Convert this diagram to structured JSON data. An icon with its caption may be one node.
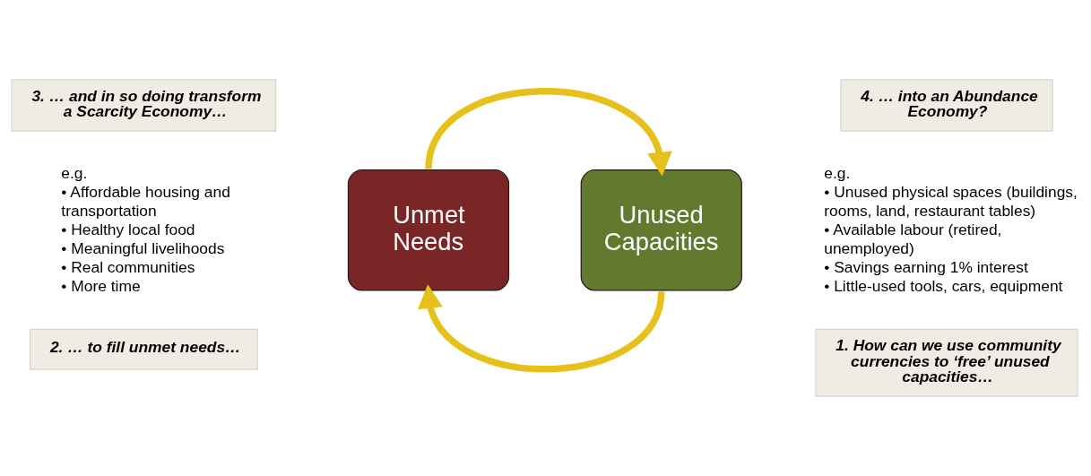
{
  "diagram": {
    "nodes": [
      {
        "text": [
          "3. … and in so doing transform a Scarcity Economy…"
        ]
      },
      {
        "text": [
          "4. … into an Abundance Economy?"
        ]
      },
      {
        "text": [
          "Unmet Needs"
        ],
        "beside": [
          "e.g.",
          "• Affordable housing and transportation",
          "• Healthy local food",
          "• Meaningful livelihoods",
          "• Real communities",
          "• More time"
        ]
      },
      {
        "text": [
          "Unused Capacities"
        ],
        "beside": [
          "e.g.",
          "• Unused physical spaces (buildings, rooms, land, restaurant tables)",
          "• Available labour (retired, unemployed)",
          "• Savings earning 1% interest",
          "• Little-used tools, cars, equipment"
        ]
      },
      {
        "text": [
          "2. … to fill unmet needs…"
        ]
      },
      {
        "text": [
          "1. How can we use community currencies to ‘free’ unused capacities…"
        ]
      }
    ],
    "edges": [
      {
        "from": 2,
        "to": 3,
        "arrow": "to"
      },
      {
        "from": 3,
        "to": 2,
        "arrow": "to"
      }
    ]
  }
}
